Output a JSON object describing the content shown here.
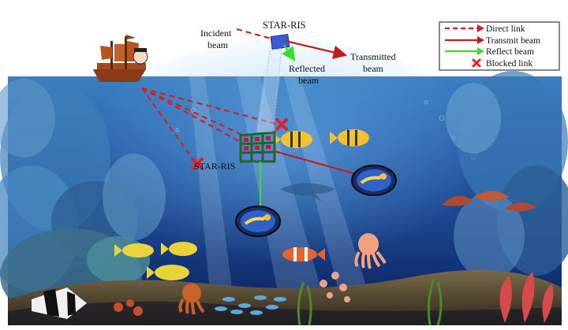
{
  "labels": {
    "star_ris_top": "STAR-RIS",
    "incident": [
      "Incident",
      "beam"
    ],
    "reflected": [
      "Reflected",
      "beam"
    ],
    "transmitted": [
      "Transmitted",
      "beam"
    ],
    "star_ris_underwater": "STAR-RIS"
  },
  "legend": {
    "items": [
      {
        "label": "Direct link",
        "style": "dashed",
        "color": "#d42020"
      },
      {
        "label": "Transmit beam",
        "style": "solid",
        "color": "#c51b1b"
      },
      {
        "label": "Reflect beam",
        "style": "solid",
        "color": "#35e02c"
      },
      {
        "label": "Blocked link",
        "style": "cross",
        "color": "#e0202a"
      }
    ]
  },
  "colors": {
    "water_top": "#2f6fb1",
    "water_deep": "#0d2a66",
    "seabed": "#1a1a2e",
    "ris_frame": "#1f6a1f",
    "ris_panel": "#5a7bd6"
  }
}
